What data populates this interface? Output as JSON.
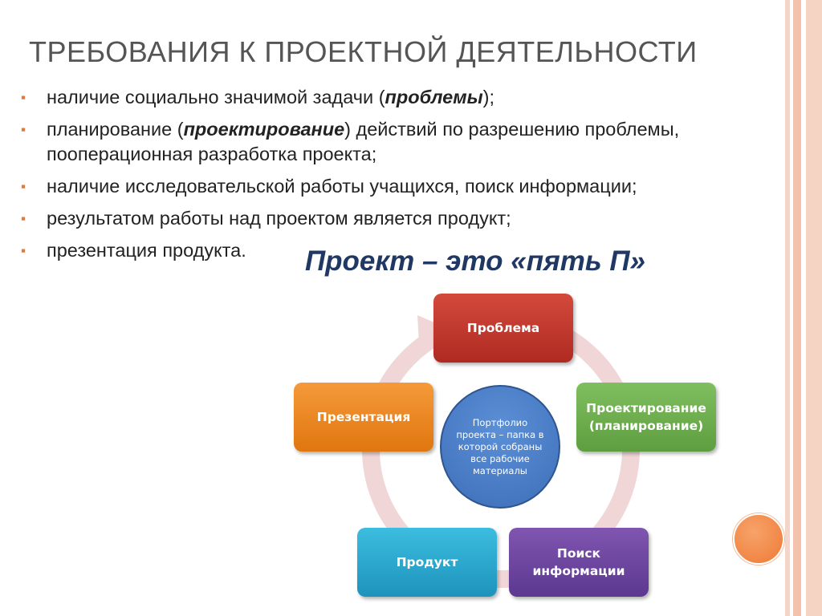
{
  "slide": {
    "title": "ТРЕБОВАНИЯ К ПРОЕКТНОЙ ДЕЯТЕЛЬНОСТИ",
    "bullet_marker": "▪",
    "bullets": [
      {
        "before": "наличие социально значимой задачи (",
        "bold": "проблемы",
        "after": ");"
      },
      {
        "before": "планирование (",
        "bold": "проектирование",
        "after": ") действий по разрешению проблемы, пооперационная разработка проекта;"
      },
      {
        "before": "наличие исследовательской работы учащихся, поиск информации;",
        "bold": "",
        "after": ""
      },
      {
        "before": "результатом работы над проектом является продукт;",
        "bold": "",
        "after": ""
      },
      {
        "before": "презентация продукта.",
        "bold": "",
        "after": ""
      }
    ],
    "subtitle": "Проект – это «пять П»"
  },
  "diagram": {
    "center": "Портфолио проекта – папка в которой собраны все рабочие материалы",
    "nodes": [
      {
        "label": "Проблема",
        "color": "#c0392b"
      },
      {
        "label": "Проектирование (планирование)",
        "color": "#6aa84f"
      },
      {
        "label": "Поиск информации",
        "color": "#6a3d9a"
      },
      {
        "label": "Продукт",
        "color": "#2aa3c8"
      },
      {
        "label": "Презентация",
        "color": "#ee7f1c"
      }
    ],
    "ring_color": "#f0d6d6"
  },
  "decor": {
    "stripe_color": "#f5cbb8",
    "accent_color": "#ee7a35"
  }
}
